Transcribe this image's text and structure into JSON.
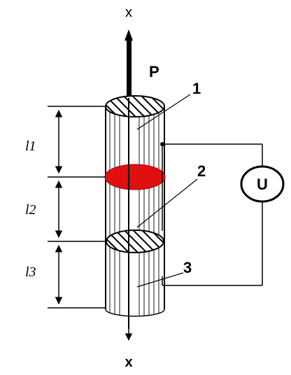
{
  "labels": {
    "axis_top": "x",
    "axis_bottom": "x",
    "force": "P",
    "part_1": "1",
    "part_2": "2",
    "part_3": "3",
    "voltage": "U",
    "length_1": "l1",
    "length_2": "l2",
    "length_3": "l3"
  },
  "colors": {
    "ink": "#000000",
    "hot_zone": "#e01010",
    "background": "#ffffff"
  }
}
